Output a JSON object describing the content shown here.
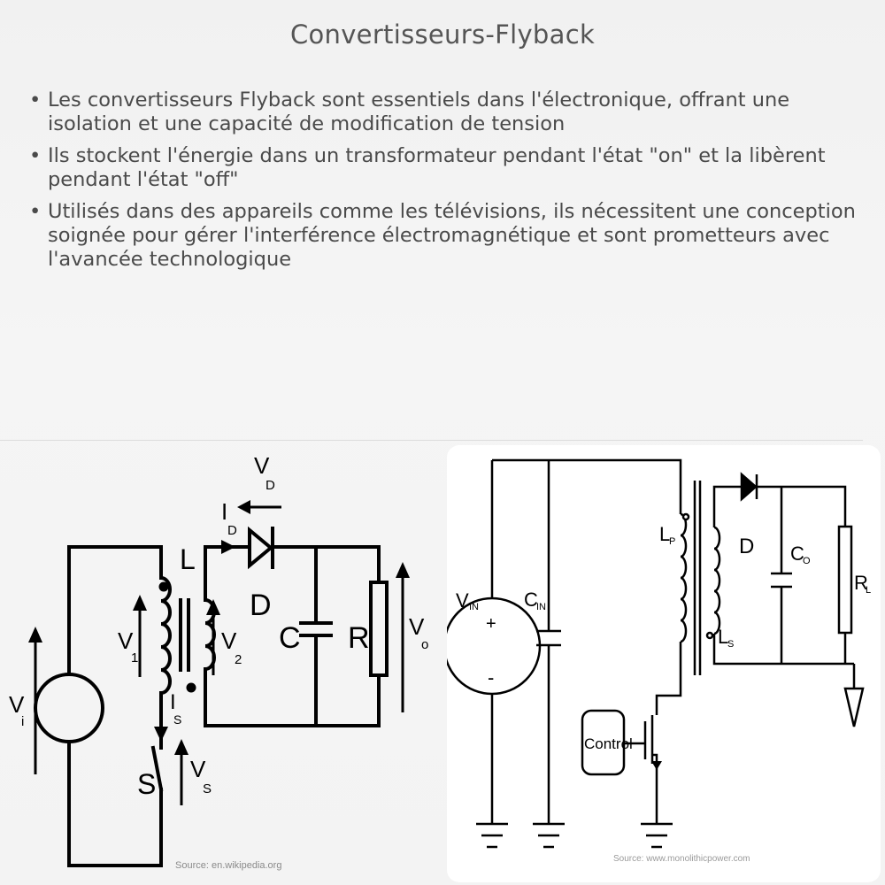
{
  "title": "Convertisseurs-Flyback",
  "bullets": [
    "Les convertisseurs Flyback sont essentiels dans l'électronique, offrant une isolation et une capacité de modification de tension",
    "Ils stockent l'énergie dans un transformateur pendant l'état \"on\" et la libèrent pendant l'état \"off\"",
    "Utilisés dans des appareils comme les télévisions, ils nécessitent une conception soignée pour gérer l'interférence électromagnétique et sont prometteurs avec l'avancée technologique"
  ],
  "bullet_symbol": "•",
  "figure1": {
    "labels": {
      "vd": "V",
      "vd_sub": "D",
      "id": "I",
      "id_sub": "D",
      "l": "L",
      "d": "D",
      "c": "C",
      "r": "R",
      "vo": "V",
      "vo_sub": "o",
      "v1": "V",
      "v1_sub": "1",
      "v2": "V",
      "v2_sub": "2",
      "vi": "V",
      "vi_sub": "i",
      "is": "I",
      "is_sub": "S",
      "s": "S",
      "vs": "V",
      "vs_sub": "S"
    },
    "source": "Source: en.wikipedia.org"
  },
  "figure2": {
    "labels": {
      "vin": "V",
      "vin_sub": "IN",
      "plus": "+",
      "minus": "-",
      "cin": "C",
      "cin_sub": "IN",
      "lp": "L",
      "lp_sub": "P",
      "d": "D",
      "co": "C",
      "co_sub": "O",
      "rl": "R",
      "rl_sub": "L",
      "ls": "L",
      "ls_sub": "S",
      "control": "Control"
    },
    "source": "Source: www.monolithicpower.com"
  },
  "colors": {
    "wire": "#000000",
    "text": "#4a4a4a",
    "title": "#555555",
    "source": "#8a8a8a"
  }
}
